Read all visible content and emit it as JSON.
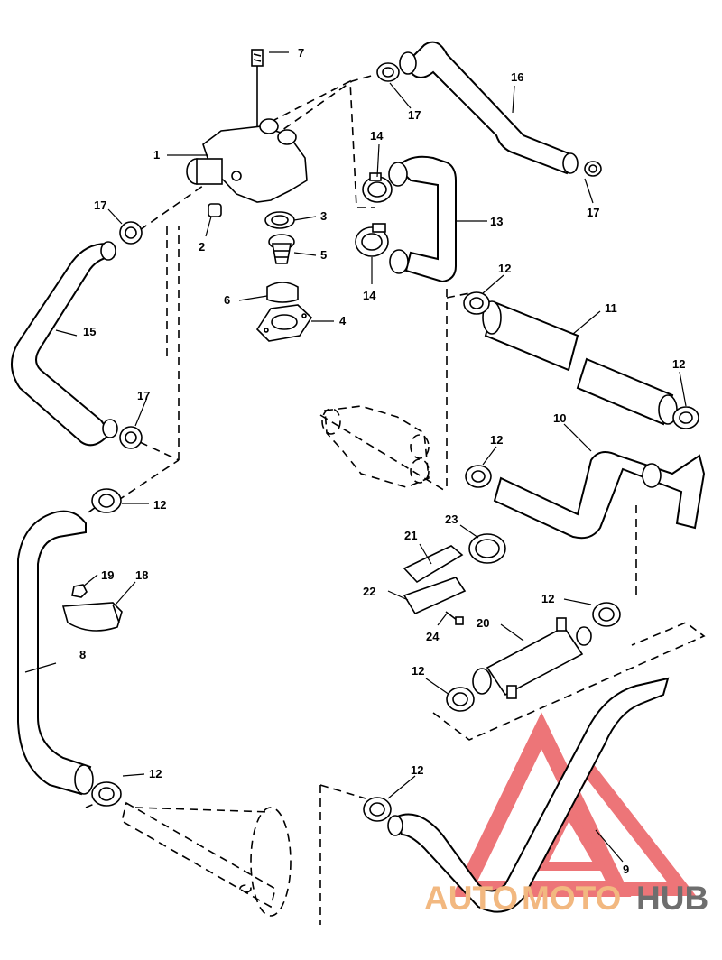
{
  "callouts": {
    "c1": "1",
    "c2": "2",
    "c3": "3",
    "c4": "4",
    "c5": "5",
    "c6": "6",
    "c7": "7",
    "c8": "8",
    "c9": "9",
    "c10": "10",
    "c11": "11",
    "c12a": "12",
    "c12b": "12",
    "c12c": "12",
    "c12d": "12",
    "c12e": "12",
    "c12f": "12",
    "c12g": "12",
    "c12h": "12",
    "c13": "13",
    "c14a": "14",
    "c14b": "14",
    "c15": "15",
    "c16": "16",
    "c17a": "17",
    "c17b": "17",
    "c17c": "17",
    "c17d": "17",
    "c18": "18",
    "c19": "19",
    "c20": "20",
    "c21": "21",
    "c22": "22",
    "c23": "23",
    "c24": "24"
  },
  "watermark": {
    "text_auto": "AUTO",
    "text_moto": "MOTO",
    "text_hub": "HUB",
    "color_auto": "#f2b880",
    "color_moto": "#f2b880",
    "color_hub": "#6e6e6e",
    "logo_color": "#e8474c"
  }
}
